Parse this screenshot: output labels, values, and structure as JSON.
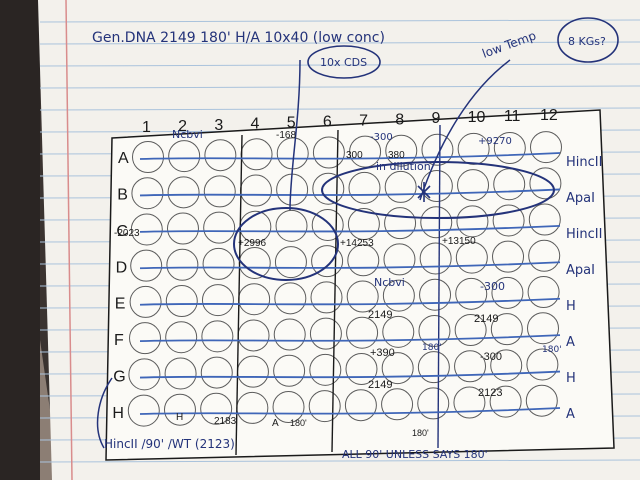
{
  "colors": {
    "ink_blue": "#24337a",
    "ink_light": "#3f66b8",
    "pencil": "#1a1a1a",
    "paper": "#f3f1ec",
    "rule_line": "#aac3dc",
    "margin_line": "#d98c8c"
  },
  "header": {
    "note": "Gen.DNA 2149 180' H/A 10x40 (low conc)",
    "circled_note": "10x CDS",
    "right_note": "low Temp",
    "right_circled": "8 KGs?"
  },
  "plate": {
    "columns": [
      "1",
      "2",
      "3",
      "4",
      "5",
      "6",
      "7",
      "8",
      "9",
      "10",
      "11",
      "12"
    ],
    "rows": [
      "A",
      "B",
      "C",
      "D",
      "E",
      "F",
      "G",
      "H"
    ]
  },
  "right_labels": [
    "HincII",
    "ApaI",
    "HincII",
    "ApaI",
    "H",
    "A",
    "H",
    "A"
  ],
  "well_notes": {
    "ncbvi_top": "Ncbvi",
    "n168": "-168",
    "n300": "-300",
    "n9270": "+9270",
    "dilution": "in dilution",
    "n300_a": "300",
    "n380": "380",
    "n2023": "-2023",
    "n2996": "+2996",
    "n14253": "+14253",
    "n13150": "+13150",
    "ncbvi_mid": "Ncbvi",
    "n300_e": "-300",
    "n2149_f1": "2149",
    "n2149_f2": "2149",
    "n390": "+390",
    "n300_g": "-300",
    "n2149_h1": "2149",
    "n2123": "2123",
    "n180_g": "180'",
    "n180_g2": "180'",
    "low_note": "ALL 90' UNLESS SAYS 180'",
    "bottom_left": "HincII /90' /WT (2123)",
    "h_label": "H",
    "a_label": "A",
    "n2183": "2183",
    "n180_a": "180'",
    "n180_b": "180'"
  }
}
